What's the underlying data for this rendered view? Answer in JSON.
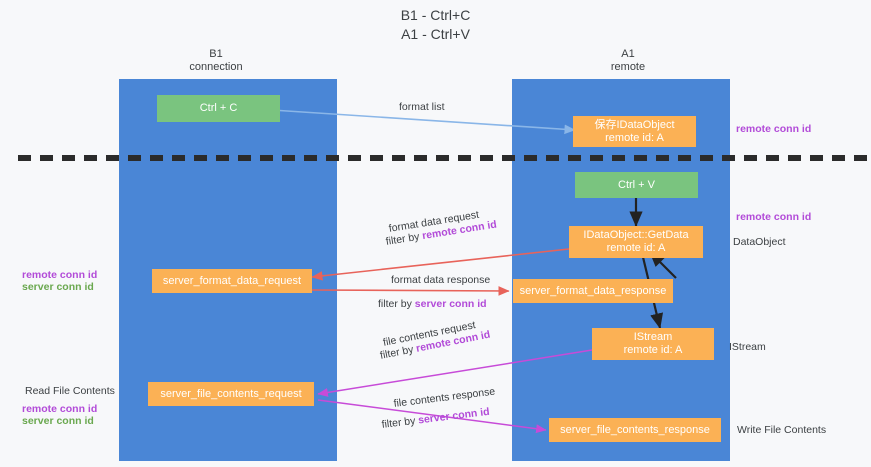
{
  "title": {
    "line1": "B1 - Ctrl+C",
    "line2": "A1 - Ctrl+V"
  },
  "lanes": [
    {
      "id": "left",
      "name": "B1",
      "sub": "connection",
      "color": "#4a86d6"
    },
    {
      "id": "right",
      "name": "A1",
      "sub": "remote",
      "color": "#4a86d6"
    }
  ],
  "nodes": [
    {
      "id": "ctrl-c",
      "lane": "left",
      "kind": "green",
      "line1": "Ctrl + C",
      "line2": ""
    },
    {
      "id": "idataobject-store",
      "lane": "right",
      "kind": "orange",
      "line1": "保存IDataObject",
      "line2": "remote id: A"
    },
    {
      "id": "ctrl-v",
      "lane": "right",
      "kind": "green",
      "line1": "Ctrl + V",
      "line2": ""
    },
    {
      "id": "getdata",
      "lane": "right",
      "kind": "orange",
      "line1": "IDataObject::GetData",
      "line2": "remote id: A"
    },
    {
      "id": "format-data-request",
      "lane": "left",
      "kind": "orange",
      "line1": "server_format_data_request",
      "line2": ""
    },
    {
      "id": "format-data-response",
      "lane": "right",
      "kind": "orange",
      "line1": "server_format_data_response",
      "line2": ""
    },
    {
      "id": "istream",
      "lane": "right",
      "kind": "orange",
      "line1": "IStream",
      "line2": "remote id: A"
    },
    {
      "id": "file-contents-request",
      "lane": "left",
      "kind": "orange",
      "line1": "server_file_contents_request",
      "line2": ""
    },
    {
      "id": "file-contents-response",
      "lane": "right",
      "kind": "orange",
      "line1": "server_file_contents_response",
      "line2": ""
    }
  ],
  "edge_labels": {
    "format_list": "format list",
    "format_data_request": "format data request",
    "format_data_request_filter_prefix": "filter by ",
    "format_data_request_filter_key": "remote conn id",
    "format_data_response": "format data response",
    "format_data_response_filter_prefix": "filter by ",
    "format_data_response_filter_key": "server conn id",
    "file_contents_request": "file contents request",
    "file_contents_request_filter_prefix": "filter by ",
    "file_contents_request_filter_key": "remote conn id",
    "file_contents_response": "file contents response",
    "file_contents_response_filter_prefix": "filter by ",
    "file_contents_response_filter_key": "server conn id"
  },
  "side_labels": {
    "right_top_remote": "remote conn id",
    "right_mid_remote": "remote conn id",
    "right_dataobject": "DataObject",
    "right_istream": "IStream",
    "right_write_file": "Write File Contents",
    "left_remote": "remote conn id",
    "left_server": "server conn id",
    "left_read_file": "Read File Contents",
    "left_remote2": "remote conn id",
    "left_server2": "server conn id"
  },
  "colors": {
    "lane": "#4a86d6",
    "orange": "#fbb155",
    "green": "#7ac47f",
    "remote_conn_id": "#b24bd8",
    "server_conn_id": "#6aa84f",
    "arrow_blue": "#8ab6e8",
    "arrow_red": "#e8635a",
    "arrow_magenta": "#c74bd8",
    "arrow_black": "#222222",
    "divider": "#2b2b2b",
    "background": "#f7f8fa"
  }
}
